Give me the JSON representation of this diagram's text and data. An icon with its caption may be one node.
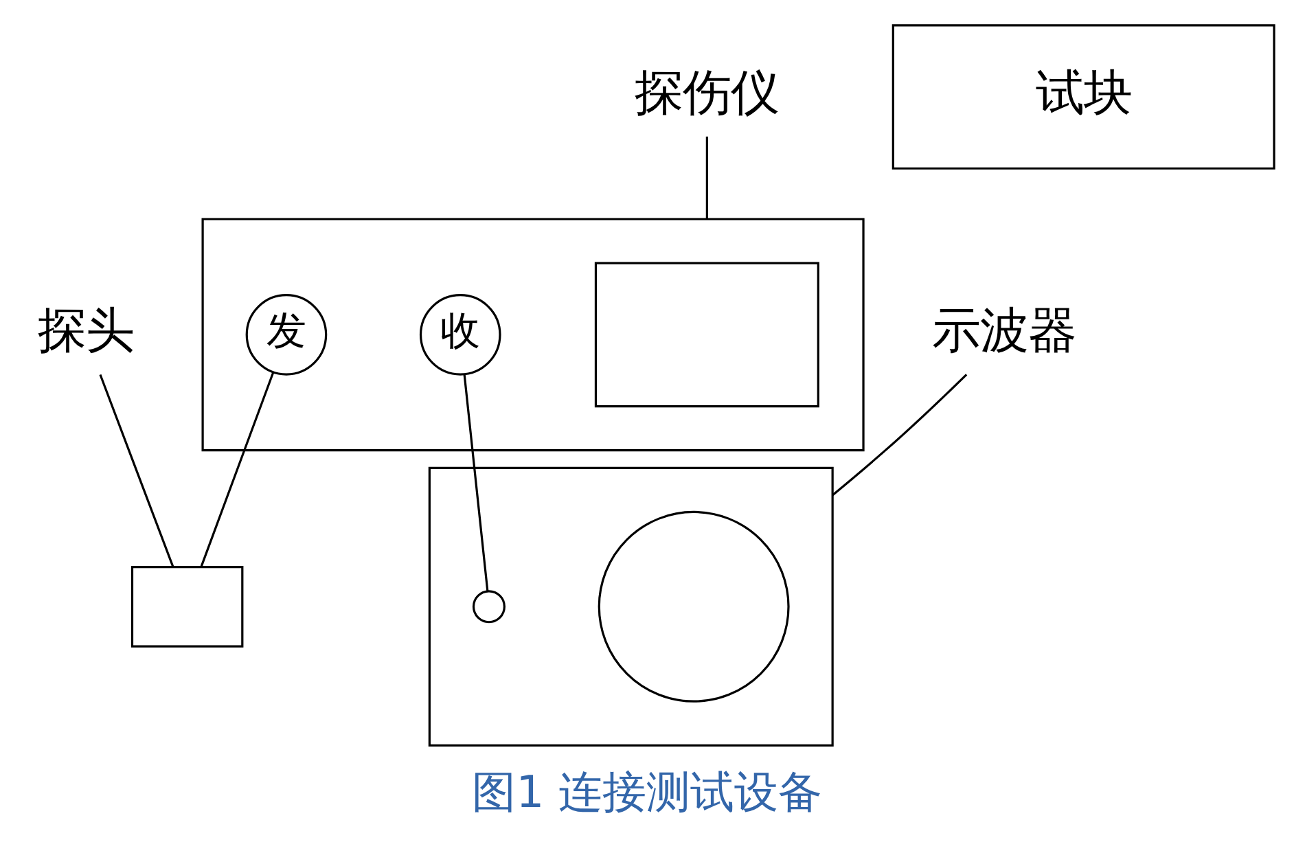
{
  "diagram": {
    "caption": "图1 连接测试设备",
    "nodes": [
      {
        "text": [
          "探伤仪"
        ]
      },
      {
        "text": [],
        "shape": "box"
      },
      {
        "text": [],
        "shape": "box",
        "in": 1
      },
      {
        "text": [
          "发"
        ],
        "in": 1
      },
      {
        "text": [
          "收"
        ],
        "in": 1
      },
      {
        "text": [
          "示波器"
        ]
      },
      {
        "text": [],
        "shape": "box"
      },
      {
        "text": [],
        "shape": "circle",
        "in": 6
      },
      {
        "text": [],
        "shape": "circle",
        "in": 6
      },
      {
        "text": [
          "探头"
        ]
      },
      {
        "text": [],
        "shape": "box"
      },
      {
        "text": [
          "试块"
        ]
      }
    ],
    "edges": [
      {
        "from": 0,
        "to": 1,
        "arrow": "none"
      },
      {
        "from": 5,
        "to": 6,
        "arrow": "none"
      },
      {
        "from": 9,
        "to": 10,
        "arrow": "none"
      },
      {
        "from": 3,
        "to": 10,
        "arrow": "none"
      },
      {
        "from": 4,
        "to": 8,
        "arrow": "none"
      }
    ]
  }
}
